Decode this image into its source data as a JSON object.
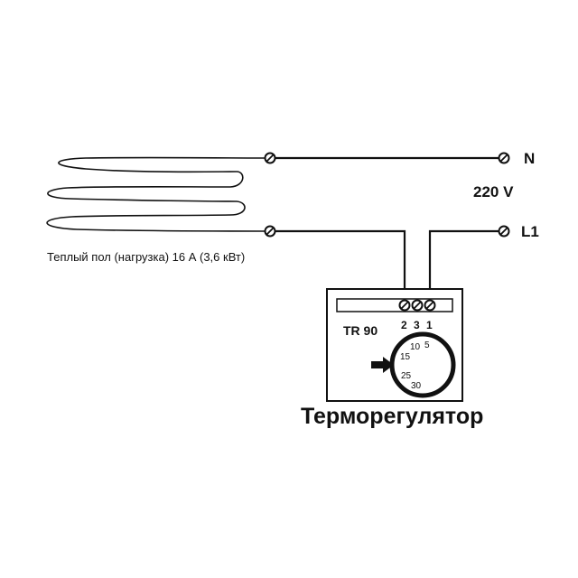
{
  "colors": {
    "ink": "#111111",
    "background": "#ffffff"
  },
  "labels": {
    "neutral": "N",
    "voltage": "220 V",
    "line": "L1",
    "load": "Теплый пол (нагрузка) 16 А (3,6 кВт)",
    "device_model": "TR 90",
    "device_name": "Терморегулятор"
  },
  "terminals": [
    "2",
    "3",
    "1"
  ],
  "dial": {
    "scale": [
      "5",
      "10",
      "15",
      "25",
      "30"
    ],
    "pointer_icon": "arrow-right-icon"
  }
}
